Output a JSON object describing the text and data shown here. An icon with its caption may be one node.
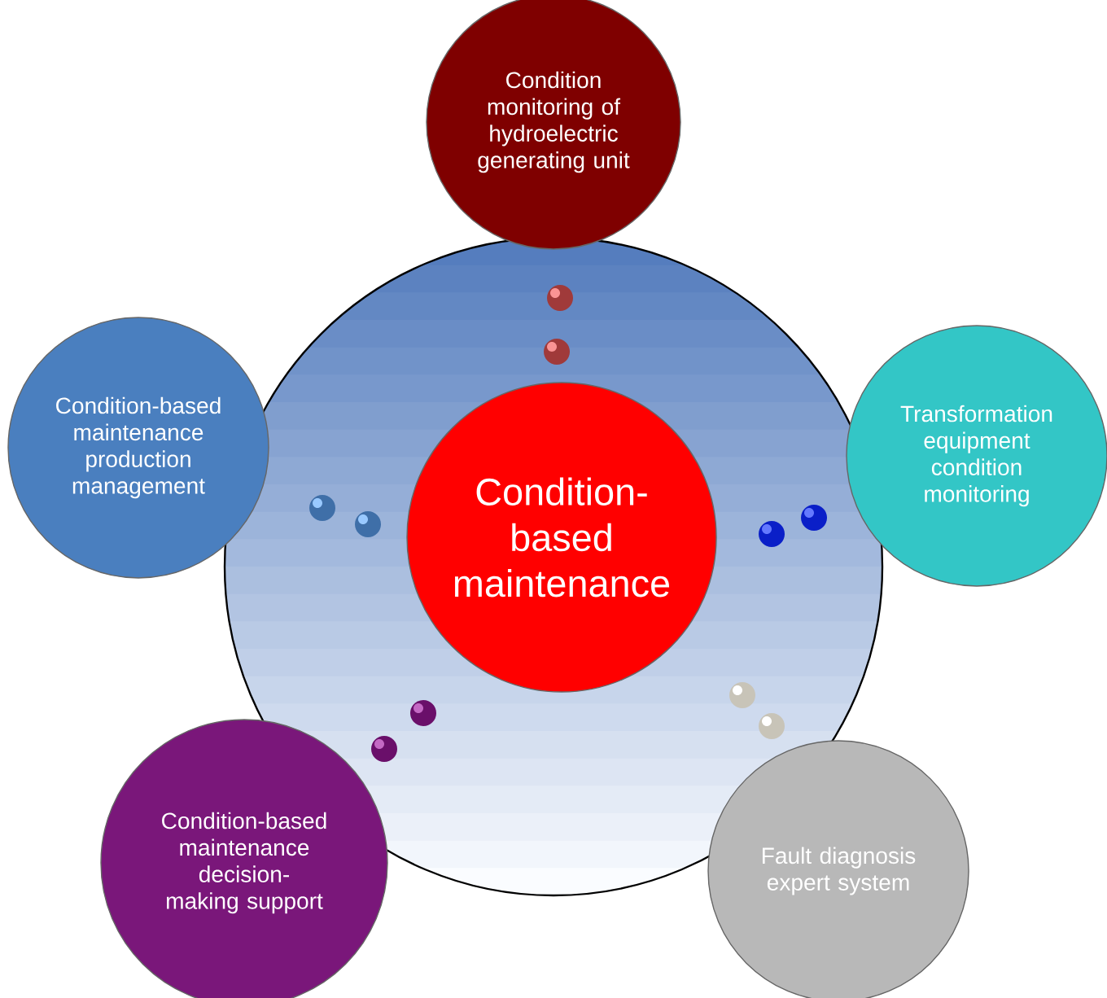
{
  "diagram": {
    "nodes": [
      {
        "text": [],
        "shape": "circle"
      },
      {
        "text": [
          "Condition-based maintenance"
        ],
        "in": 0
      },
      {
        "text": [
          "Condition monitoring of hydroelectric generating unit"
        ]
      },
      {
        "text": [
          "Condition-based maintenance production management"
        ]
      },
      {
        "text": [
          "Transformation equipment condition monitoring"
        ]
      },
      {
        "text": [
          "Condition-based maintenance decision-making support"
        ]
      },
      {
        "text": [
          "Fault diagnosis expert system"
        ]
      }
    ]
  }
}
